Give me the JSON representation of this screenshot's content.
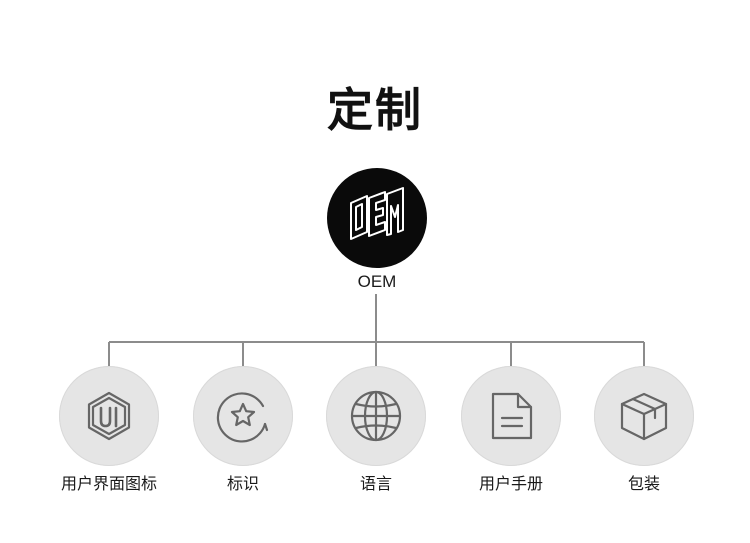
{
  "title": "定制",
  "root": {
    "label": "OEM",
    "icon": "oem-logo-icon"
  },
  "items": [
    {
      "label": "用户界面图标",
      "icon": "ui-hexagon-icon"
    },
    {
      "label": "标识",
      "icon": "star-badge-icon"
    },
    {
      "label": "语言",
      "icon": "globe-icon"
    },
    {
      "label": "用户手册",
      "icon": "document-icon"
    },
    {
      "label": "包装",
      "icon": "package-box-icon"
    }
  ],
  "colors": {
    "root_fill": "#0a0a0a",
    "node_fill": "#e5e5e5",
    "line": "#8c8c8c",
    "icon_stroke": "#666666"
  }
}
